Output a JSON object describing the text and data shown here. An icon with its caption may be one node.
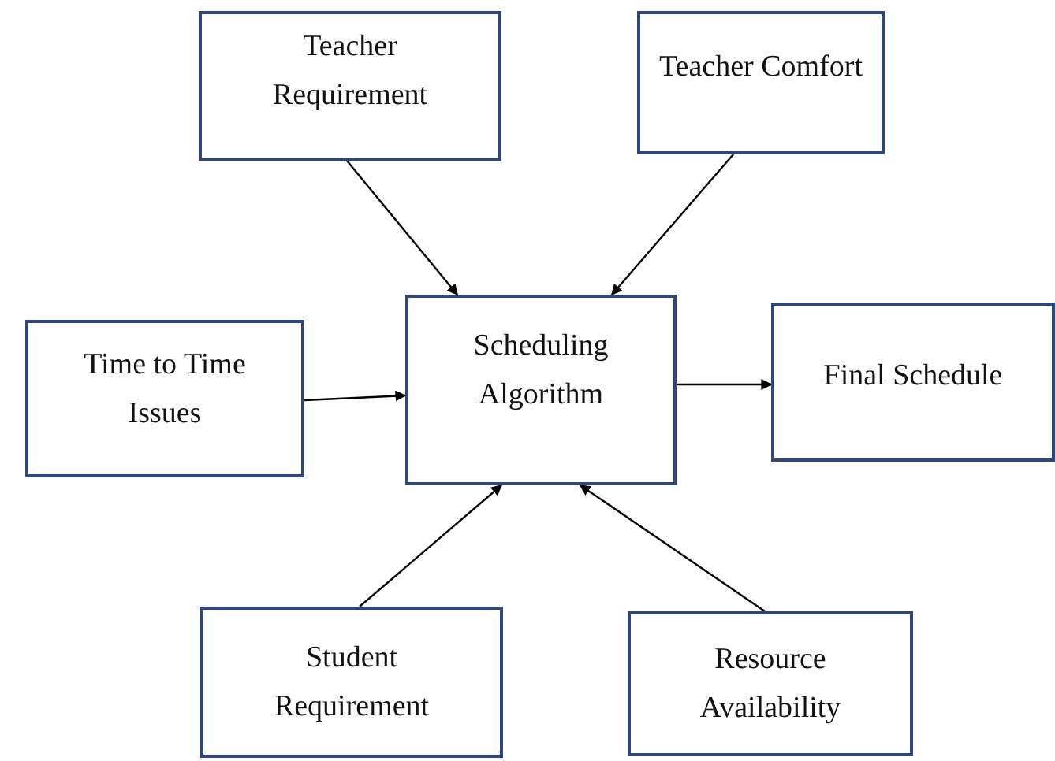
{
  "diagram": {
    "nodes": [
      {
        "text": [
          "Teacher Requirement"
        ]
      },
      {
        "text": [
          "Teacher Comfort"
        ]
      },
      {
        "text": [
          "Time to Time Issues"
        ]
      },
      {
        "text": [
          "Scheduling Algorithm"
        ]
      },
      {
        "text": [
          "Final Schedule"
        ]
      },
      {
        "text": [
          "Student Requirement"
        ]
      },
      {
        "text": [
          "Resource Availability"
        ]
      }
    ],
    "edges": [
      {
        "from": 0,
        "to": 3,
        "arrow": "to"
      },
      {
        "from": 1,
        "to": 3,
        "arrow": "to"
      },
      {
        "from": 2,
        "to": 3,
        "arrow": "to"
      },
      {
        "from": 3,
        "to": 4,
        "arrow": "to"
      },
      {
        "from": 5,
        "to": 3,
        "arrow": "to"
      },
      {
        "from": 6,
        "to": 3,
        "arrow": "to"
      }
    ]
  }
}
